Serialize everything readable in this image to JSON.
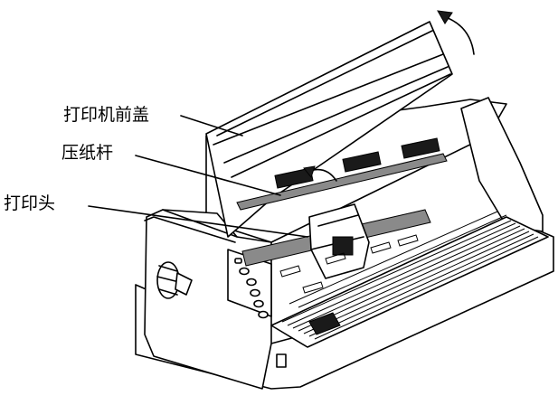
{
  "labels": {
    "front_cover": "打印机前盖",
    "paper_bail": "压纸杆",
    "print_head": "打印头"
  }
}
